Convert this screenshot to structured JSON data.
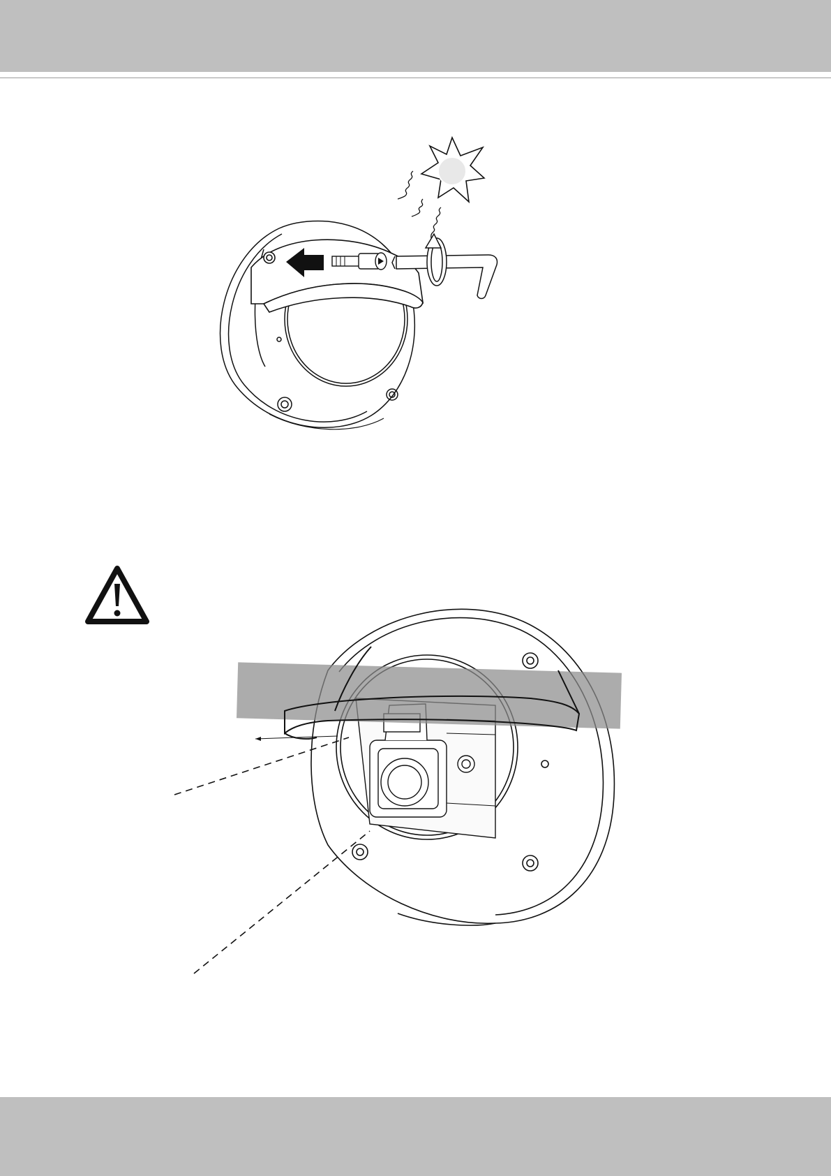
{
  "page": {
    "header_band_color": "#bfbfbf",
    "footer_band_color": "#bfbfbf",
    "rule_color": "#9a9a9a",
    "ink_color": "#111111",
    "highlight_band_color": "#8c8c8c"
  },
  "figure_top": {
    "icons": [
      "sun-icon",
      "sun-rays",
      "camera-dome",
      "sun-shield",
      "screw",
      "push-arrow-icon",
      "hex-key",
      "rotate-arrow-icon"
    ]
  },
  "caution": {
    "icon": "warning-triangle-icon"
  },
  "figure_bottom": {
    "icons": [
      "camera-dome",
      "sun-shield",
      "highlight-band",
      "lens-module",
      "leader-lines"
    ]
  }
}
